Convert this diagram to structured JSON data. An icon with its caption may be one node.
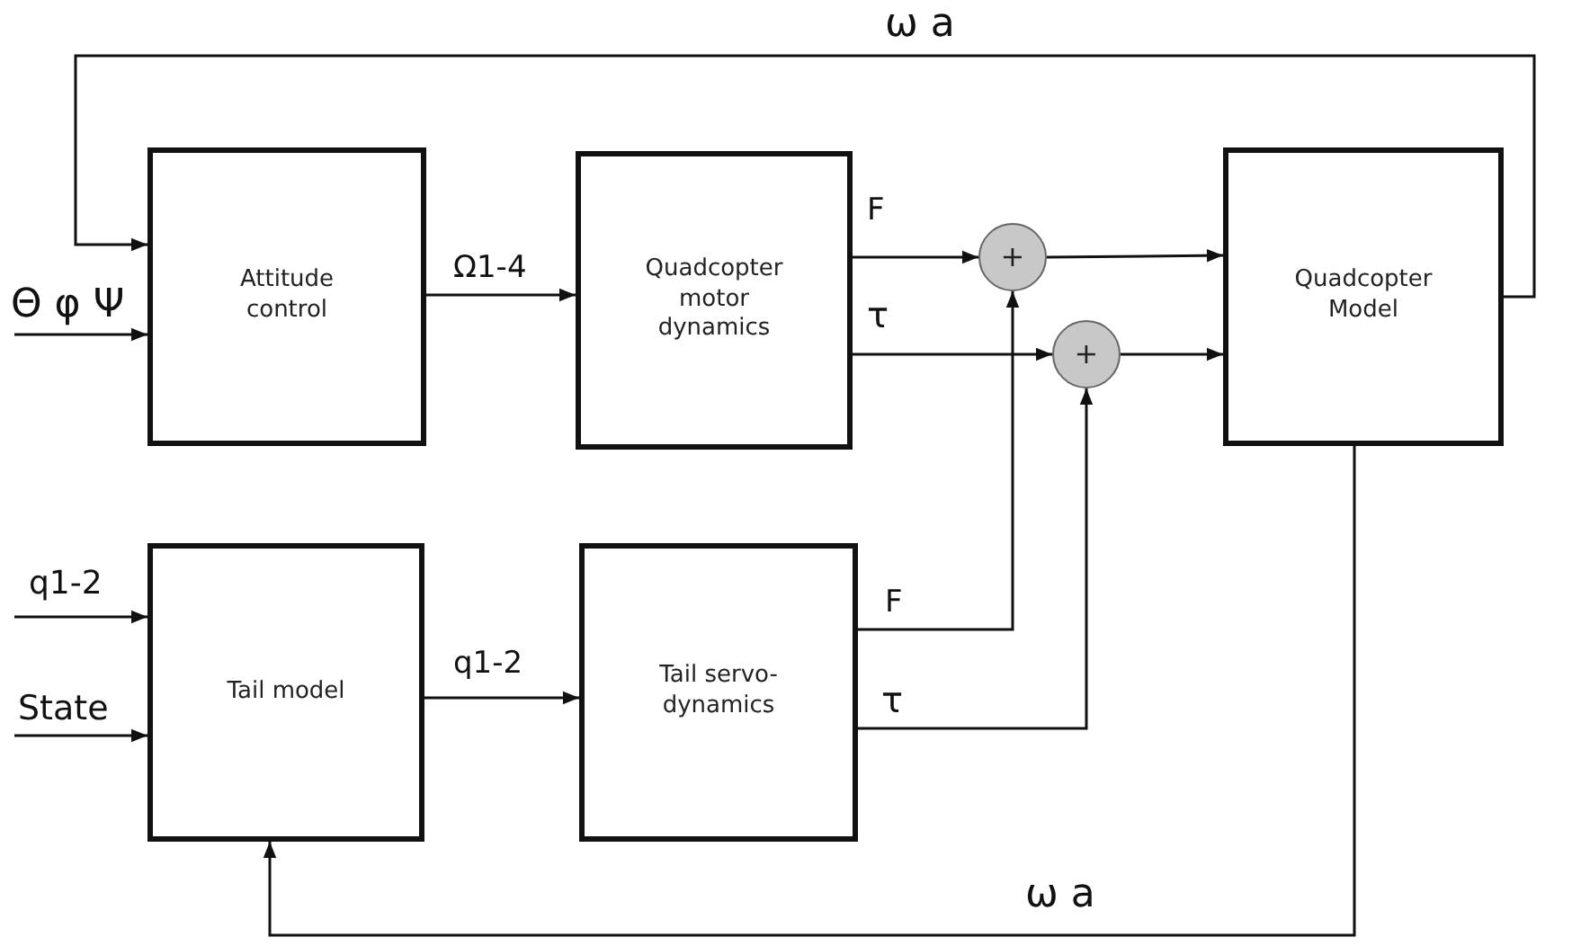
{
  "diagram": {
    "nodes": [
      {
        "text": [
          "Attitude control"
        ]
      },
      {
        "text": [
          "Quadcopter motor dynamics"
        ]
      },
      {
        "text": [
          "+"
        ]
      },
      {
        "text": [
          "+"
        ]
      },
      {
        "text": [
          "Quadcopter Model"
        ]
      },
      {
        "text": [
          "Tail model"
        ]
      },
      {
        "text": [
          "Tail servo-dynamics"
        ]
      }
    ],
    "edges": [
      {
        "from": 4,
        "to": 0,
        "arrow": "to",
        "label": "ω a"
      },
      {
        "from": null,
        "to": 0,
        "arrow": "to",
        "label": "Θ φ Ψ"
      },
      {
        "from": 0,
        "to": 1,
        "arrow": "to",
        "label": "Ω1-4"
      },
      {
        "from": 1,
        "to": 2,
        "arrow": "to",
        "label": "F"
      },
      {
        "from": 1,
        "to": 3,
        "arrow": "to",
        "label": "τ"
      },
      {
        "from": 2,
        "to": 4,
        "arrow": "to"
      },
      {
        "from": 3,
        "to": 4,
        "arrow": "to"
      },
      {
        "from": 6,
        "to": 2,
        "arrow": "to",
        "label": "F"
      },
      {
        "from": 6,
        "to": 3,
        "arrow": "to",
        "label": "τ"
      },
      {
        "from": null,
        "to": 5,
        "arrow": "to",
        "label": "q1-2"
      },
      {
        "from": null,
        "to": 5,
        "arrow": "to",
        "label": "State"
      },
      {
        "from": 5,
        "to": 6,
        "arrow": "to",
        "label": "q1-2"
      },
      {
        "from": 4,
        "to": 5,
        "arrow": "to",
        "label": "ω a"
      }
    ]
  }
}
